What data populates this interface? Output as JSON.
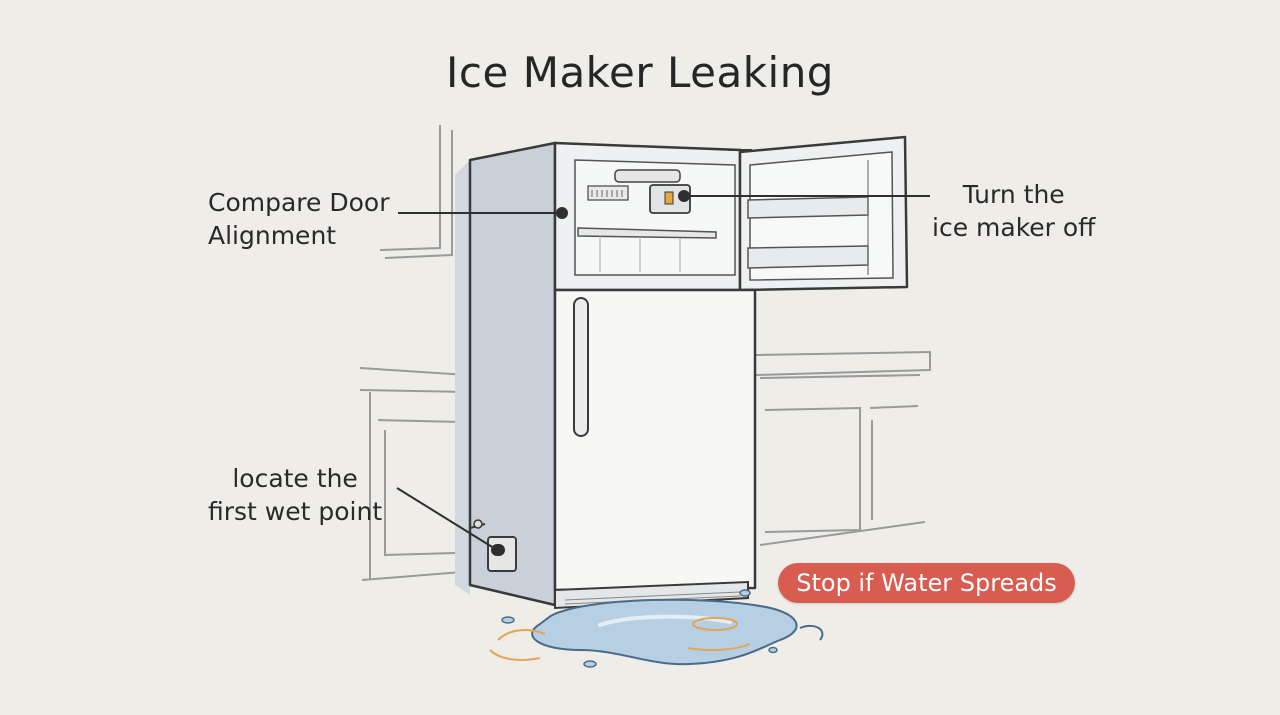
{
  "title": "Ice Maker Leaking",
  "callouts": {
    "door_alignment": [
      "Compare Door",
      "Alignment"
    ],
    "ice_maker_off": [
      "Turn the",
      "ice maker off"
    ],
    "wet_point": [
      "locate the",
      "first wet point"
    ]
  },
  "warning": {
    "text": "Stop if Water Spreads",
    "color": "#d95c50"
  },
  "colors": {
    "background": "#efede8",
    "outline": "#3a3a3a",
    "fridge_fill": "#f7f7f5",
    "fridge_shadow": "#c9d0da",
    "water": "#a9c6dc",
    "water_accent": "#e3a55a"
  }
}
